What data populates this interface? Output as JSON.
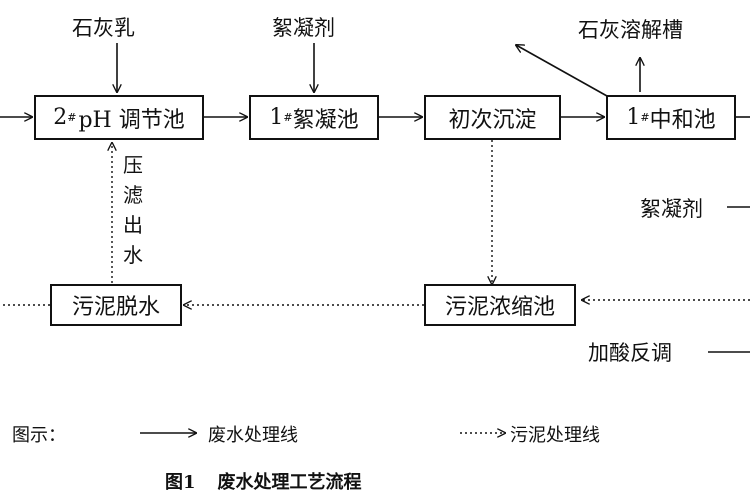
{
  "boxes": {
    "ph_pool": {
      "num": "2",
      "mark": "#",
      "text": "pH 调节池"
    },
    "floc_pool": {
      "num": "1",
      "mark": "#",
      "text": "絮凝池"
    },
    "primary_settle": "初次沉淀",
    "neutral_pool": {
      "num": "1",
      "mark": "#",
      "text": "中和池"
    },
    "sludge_dewater": "污泥脱水",
    "sludge_thicken": "污泥浓缩池"
  },
  "labels": {
    "lime_milk": "石灰乳",
    "flocculant_top": "絮凝剂",
    "lime_dissolve_tank": "石灰溶解槽",
    "flocculant_right": "絮凝剂",
    "acid_adjust": "加酸反调",
    "filtrate": [
      "压",
      "滤",
      "出",
      "水"
    ]
  },
  "legend": {
    "title": "图示：",
    "wastewater_line": "废水处理线",
    "sludge_line": "污泥处理线"
  },
  "caption": {
    "number": "图1",
    "title": "废水处理工艺流程"
  }
}
